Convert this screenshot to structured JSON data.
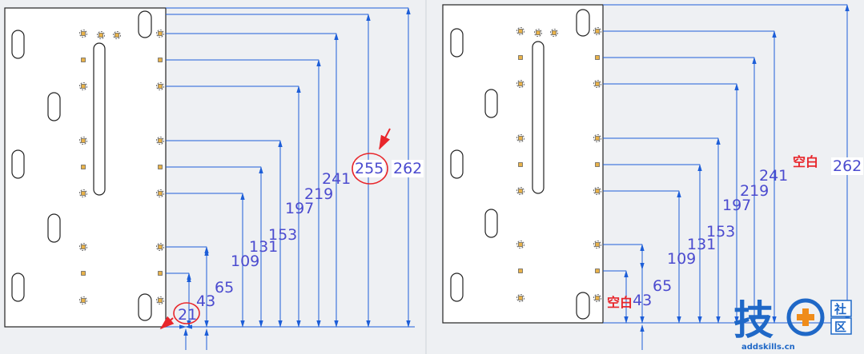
{
  "colors": {
    "outline": "#222222",
    "dimension": "#4b4bcf",
    "dimension_line": "#1d5ed8",
    "highlight": "#e8262b",
    "hole_fill": "#e8b24a",
    "logo": "#1f68c7",
    "logo_accent": "#ef8c1a",
    "background": "#eef0f3"
  },
  "left_drawing": {
    "dimensions": [
      "21",
      "43",
      "65",
      "109",
      "131",
      "153",
      "197",
      "219",
      "241",
      "255",
      "262"
    ],
    "highlighted": [
      "21",
      "255"
    ]
  },
  "right_drawing": {
    "dimensions": [
      "43",
      "65",
      "109",
      "131",
      "153",
      "197",
      "219",
      "241",
      "262"
    ],
    "blank_label_bottom": "空白",
    "blank_label_top": "空白"
  },
  "logo": {
    "main_text": "技",
    "side_text_top": "社",
    "side_text_bottom": "区",
    "url": "addskills.cn",
    "icon": "plus-circle-icon"
  }
}
